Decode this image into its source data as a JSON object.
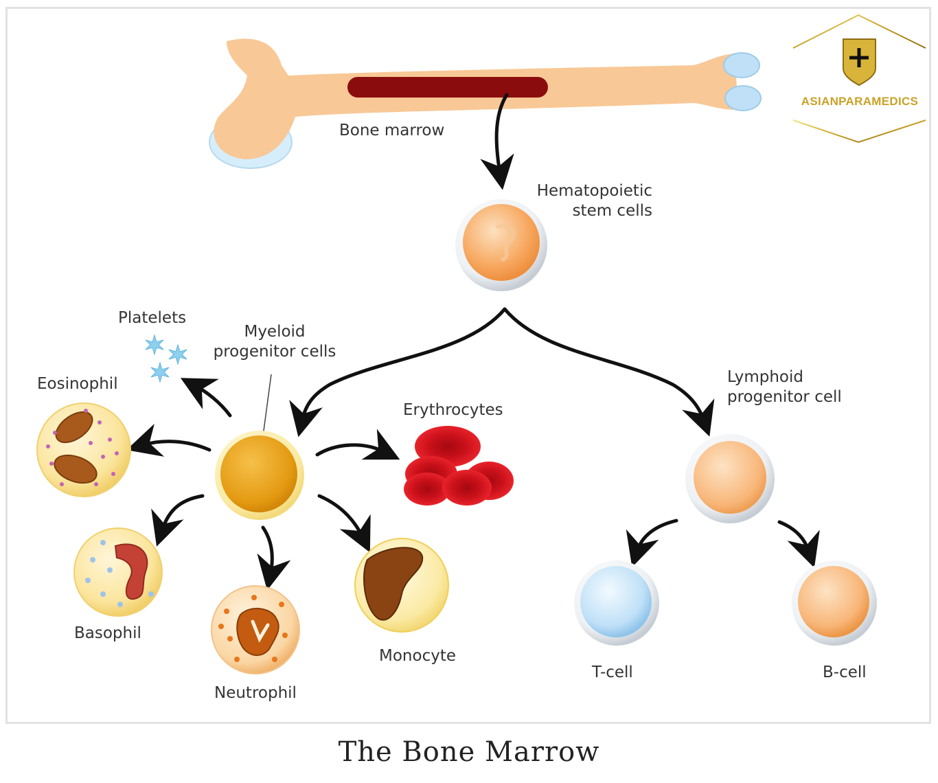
{
  "diagram": {
    "bone_label": "Bone marrow",
    "stem_label": [
      "Hematopoietic",
      "stem cells"
    ],
    "platelets_label": "Platelets",
    "myeloid_label": [
      "Myeloid",
      "progenitor cells"
    ],
    "eosinophil_label": "Eosinophil",
    "erythrocytes_label": "Erythrocytes",
    "lymphoid_label": [
      "Lymphoid",
      "progenitor cell"
    ],
    "basophil_label": "Basophil",
    "neutrophil_label": "Neutrophil",
    "monocyte_label": "Monocyte",
    "tcell_label": "T-cell",
    "bcell_label": "B-cell"
  },
  "logo": {
    "brand": "ASIANPARAMEDICS",
    "color": "#c9a227"
  },
  "caption": "The Bone Marrow",
  "colors": {
    "bone": "#f8c896",
    "marrow": "#8b0c0c",
    "erythrocyte": "#d8101a",
    "myeloid": "#e8a317",
    "lymphoid": "#f7b679",
    "tcell": "#bfe0f7"
  }
}
